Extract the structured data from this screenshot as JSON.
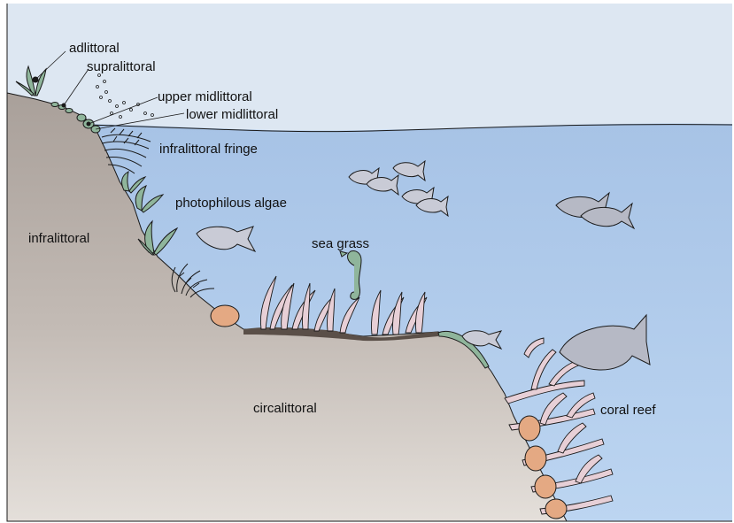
{
  "labels": {
    "adlittoral": "adlittoral",
    "supralittoral": "supralittoral",
    "upper_midlittoral": "upper midlittoral",
    "lower_midlittoral": "lower midlittoral",
    "infralittoral_fringe": "infralittoral fringe",
    "photophilous_algae": "photophilous algae",
    "infralittoral": "infralittoral",
    "sea_grass": "sea grass",
    "circalittoral": "circalittoral",
    "coral_reef": "coral reef"
  },
  "colors": {
    "sky": "#dce6f1",
    "water": "#a9c5e7",
    "water_deep": "#b9d3f0",
    "rock_top": "#a9a09a",
    "rock_bottom": "#e2dcd6",
    "algae": "#8fb59b",
    "coral": "#e7cfd6",
    "sponge": "#e4a983",
    "fish": "#b9bcc9",
    "outline": "#1a1a1a"
  },
  "icons": [
    "fish-icon",
    "seahorse-icon",
    "algae-icon",
    "sea-grass-icon",
    "coral-icon",
    "sponge-icon",
    "mussel-icon",
    "barnacle-icon"
  ]
}
